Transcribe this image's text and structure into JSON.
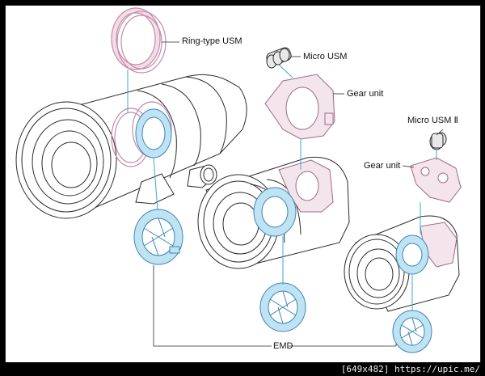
{
  "labels": {
    "ring_usm": "Ring-type USM",
    "micro_usm": "Micro USM",
    "gear_unit_1": "Gear unit",
    "micro_usm_2": "Micro USM Ⅱ",
    "gear_unit_2": "Gear unit",
    "emd": "EMD"
  },
  "footer": {
    "text": "[649x482] https://upic.me/"
  },
  "colors": {
    "line": "#2a2a2a",
    "leader_blue": "#3aa8dc",
    "emd_fill": "#bfe3f3",
    "emd_stroke": "#3a86b8",
    "usm_ring": "#c48aa8",
    "usm_fill": "#f1dde7"
  }
}
